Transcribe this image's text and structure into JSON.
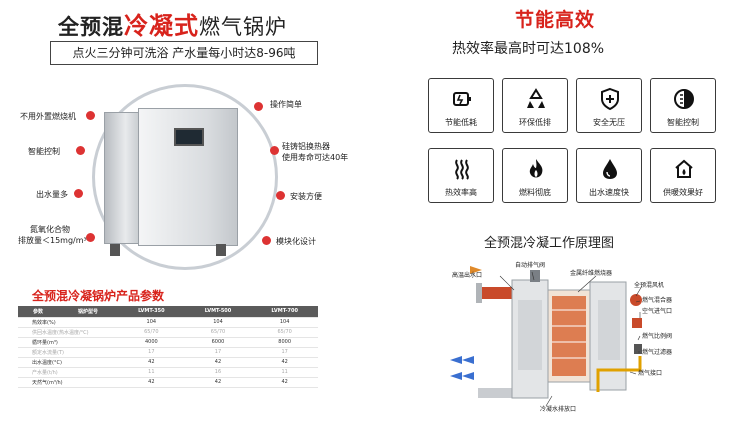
{
  "left": {
    "title": {
      "part1": "全预混",
      "part2": "冷凝式",
      "part3": "燃气锅炉"
    },
    "subtitle": "点火三分钟可洗浴  产水量每小时达8-96吨",
    "features": {
      "no_burner": "不用外置燃烧机",
      "smart": "智能控制",
      "water": "出水量多",
      "nox_line1": "氮氧化合物",
      "nox_line2": "排放量＜15mg/m³",
      "simple": "操作简单",
      "heat_ex_line1": "硅铸铝换热器",
      "heat_ex_line2": "使用寿命可达40年",
      "install": "安装方便",
      "modular": "模块化设计"
    },
    "params": {
      "title": "全预混冷凝锅炉产品参数",
      "header": [
        "参数",
        "锅炉型号",
        "LVMT-350",
        "LVMT-500",
        "LVMT-700"
      ],
      "rows": [
        [
          "热效率(%)",
          "104",
          "104",
          "104"
        ],
        [
          "供回水温度(热水温度/°C)",
          "65/70",
          "65/70",
          "65/70"
        ],
        [
          "循环量(m³)",
          "4000",
          "6000",
          "8000"
        ],
        [
          "额定水流量(T)",
          "17",
          "17",
          "17"
        ],
        [
          "出水温度(°C)",
          "42",
          "42",
          "42"
        ],
        [
          "产水量(t/h)",
          "11",
          "16",
          "11"
        ],
        [
          "天然气(m³/h)",
          "42",
          "42",
          "42"
        ]
      ]
    }
  },
  "right": {
    "title": "节能高效",
    "subtitle": "热效率最高时可达108%",
    "features": [
      {
        "label": "节能低耗",
        "icon": "energy-saving-icon"
      },
      {
        "label": "环保低排",
        "icon": "recycle-icon"
      },
      {
        "label": "安全无压",
        "icon": "shield-icon"
      },
      {
        "label": "智能控制",
        "icon": "smart-control-icon"
      },
      {
        "label": "热效率高",
        "icon": "heat-wave-icon"
      },
      {
        "label": "燃料彻底",
        "icon": "flame-icon"
      },
      {
        "label": "出水速度快",
        "icon": "water-drop-icon"
      },
      {
        "label": "供暖效果好",
        "icon": "house-icon"
      }
    ],
    "diagram": {
      "title": "全预混冷凝工作原理图",
      "labels": {
        "hot_outlet": "高温出水口",
        "auto_vent": "自动排气阀",
        "metal_burner": "金属纤维燃烧器",
        "premix_fan": "全预混风机",
        "gas_mixer": "燃气混合器",
        "air_inlet": "空气进气口",
        "gas_ratio_valve": "燃气比例阀",
        "gas_filter": "燃气过滤器",
        "gas_inlet": "燃气接口",
        "cold_inlet": "冷凝水排放口"
      }
    }
  },
  "colors": {
    "accent_red": "#d8231c",
    "border_dark": "#3a3a3a",
    "table_header": "#5b5b5b"
  }
}
